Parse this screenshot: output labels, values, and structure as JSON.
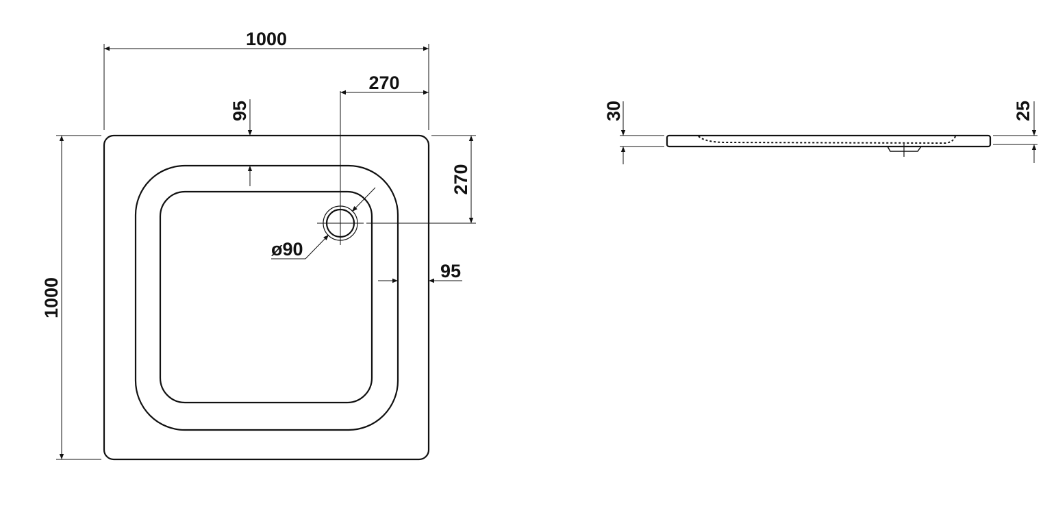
{
  "top_view": {
    "width_label": "1000",
    "depth_label": "1000",
    "drain_offset_x_label": "270",
    "drain_offset_y_label": "270",
    "rim_top_label": "95",
    "rim_right_label": "95",
    "drain_diameter_label": "ø90"
  },
  "side_view": {
    "height_left_label": "30",
    "height_right_label": "25"
  },
  "colors": {
    "line": "#111111",
    "background": "#ffffff"
  }
}
